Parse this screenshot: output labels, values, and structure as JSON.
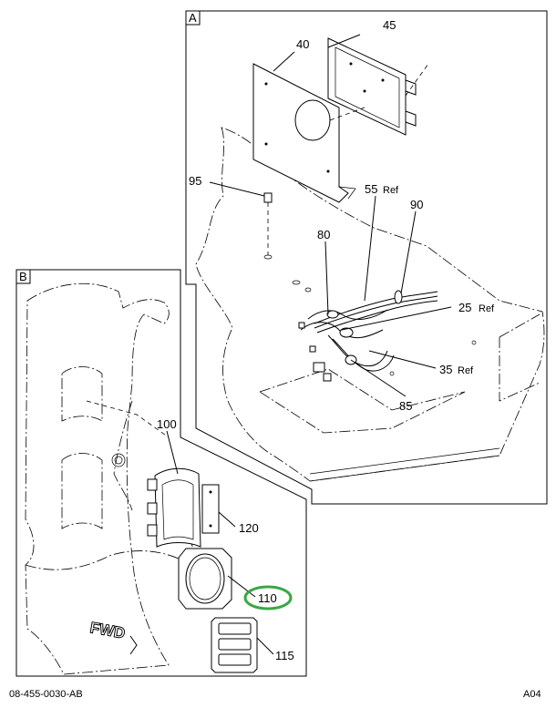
{
  "diagram": {
    "views": [
      {
        "id": "A",
        "label": "A"
      },
      {
        "id": "B",
        "label": "B"
      }
    ],
    "callouts": {
      "c45": "45",
      "c40": "40",
      "c95": "95",
      "c55": "55",
      "c55ref": "Ref",
      "c90": "90",
      "c80": "80",
      "c25": "25",
      "c25ref": "Ref",
      "c35": "35",
      "c35ref": "Ref",
      "c85": "85",
      "c100": "100",
      "c120": "120",
      "c110": "110",
      "c115": "115"
    },
    "fwd_label": "FWD",
    "highlight_color": "#3aa845"
  },
  "footer": {
    "drawing_number": "08-455-0030-AB",
    "sheet": "A04"
  }
}
